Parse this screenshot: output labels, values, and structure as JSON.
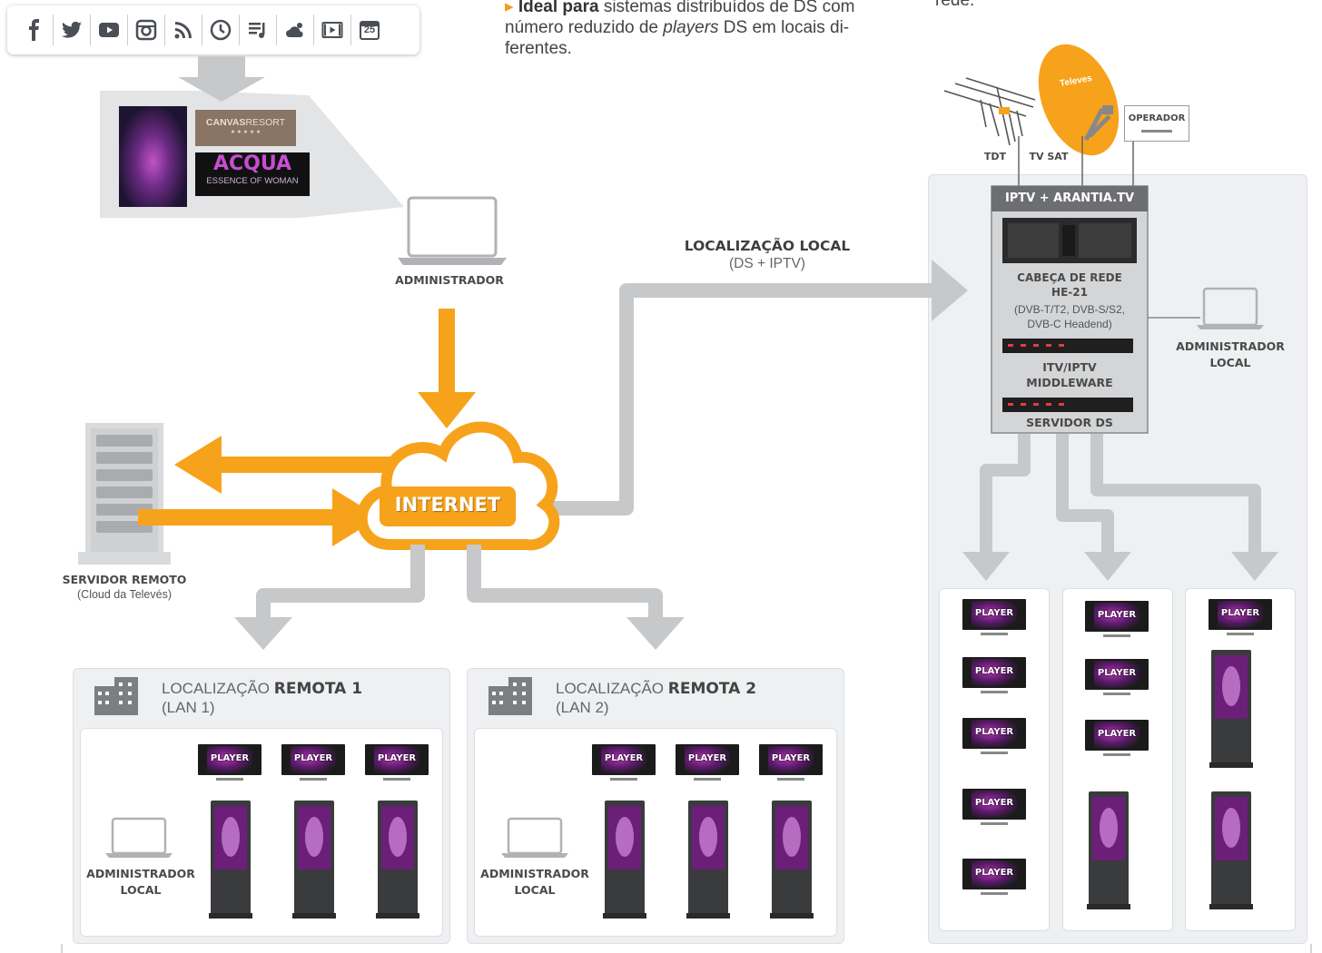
{
  "toolbar": {
    "icons": [
      "facebook-icon",
      "twitter-icon",
      "youtube-icon",
      "instagram-icon",
      "rss-icon",
      "clock-icon",
      "playlist-icon",
      "weather-icon",
      "video-icon",
      "calendar-icon"
    ],
    "calendar_day": "25"
  },
  "intro": {
    "line1_bold": "Ideal para",
    "line1_rest": " sistemas distribuídos de DS com",
    "line2_a": "número reduzido de ",
    "line2_em": "players",
    "line2_b": " DS em locais di-",
    "line3": "ferentes.",
    "right_fragment": "rede."
  },
  "content_preview": {
    "brand1": "CANVAS",
    "brand1_b": "RESORT",
    "brand1_stars": "★ ★ ★ ★ ★",
    "brand2": "ACQUA",
    "brand2_sub": "ESSENCE OF WOMAN"
  },
  "admin": {
    "label": "ADMINISTRADOR"
  },
  "internet": {
    "label": "INTERNET"
  },
  "server": {
    "title": "SERVIDOR REMOTO",
    "subtitle": "(Cloud da Televés)"
  },
  "local_location": {
    "title": "LOCALIZAÇÃO LOCAL",
    "subtitle": "(DS + IPTV)"
  },
  "antennas": {
    "tdt": "TDT",
    "tvsat": "TV SAT",
    "operador": "OPERADOR",
    "dish_brand": "Televes"
  },
  "headend": {
    "title": "IPTV + ARANTIA.TV",
    "cabeca_title_1": "CABEÇA DE REDE",
    "cabeca_title_2": "HE-21",
    "cabeca_desc_1": "(DVB-T/T2, DVB-S/S2,",
    "cabeca_desc_2": "DVB-C Headend)",
    "itv_1": "ITV/IPTV",
    "itv_2": "MIDDLEWARE",
    "servidor": "SERVIDOR DS"
  },
  "local_admin": {
    "line1": "ADMINISTRADOR",
    "line2": "LOCAL"
  },
  "remote1": {
    "prefix": "LOCALIZAÇÃO ",
    "bold": "REMOTA 1",
    "lan": "(LAN 1)"
  },
  "remote2": {
    "prefix": "LOCALIZAÇÃO ",
    "bold": "REMOTA 2",
    "lan": "(LAN 2)"
  },
  "player_label": "PLAYER",
  "colors": {
    "orange": "#f7a21b",
    "gray_arrow": "#c7c8ca",
    "panel": "#eef0f2",
    "text": "#4a4a4a"
  }
}
